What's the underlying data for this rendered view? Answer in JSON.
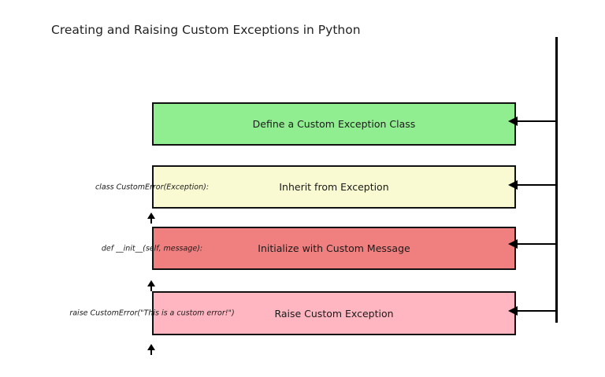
{
  "title": "Creating and Raising Custom Exceptions in Python",
  "colors": {
    "background": "#ffffff",
    "box_border": "#111111",
    "arrow": "#000000",
    "text": "#1a1a1a",
    "step1_fill": "#90EE90",
    "step2_fill": "#FAFAD2",
    "step3_fill": "#F08080",
    "step4_fill": "#FFB6C1"
  },
  "steps": [
    {
      "label": "Define a Custom Exception Class",
      "code": "",
      "color": "#90EE90"
    },
    {
      "label": "Inherit from Exception",
      "code": "class CustomError(Exception):",
      "color": "#FAFAD2"
    },
    {
      "label": "Initialize with Custom Message",
      "code": "def __init__(self, message):",
      "color": "#F08080"
    },
    {
      "label": "Raise Custom Exception",
      "code": "raise CustomError(\"This is a custom error!\")",
      "color": "#FFB6C1"
    }
  ],
  "icons": {
    "flow_arrow": "left-pointing filled triangle with shaft from vertical spine into each step box",
    "step_arrow": "small upward filled triangle between steps"
  }
}
